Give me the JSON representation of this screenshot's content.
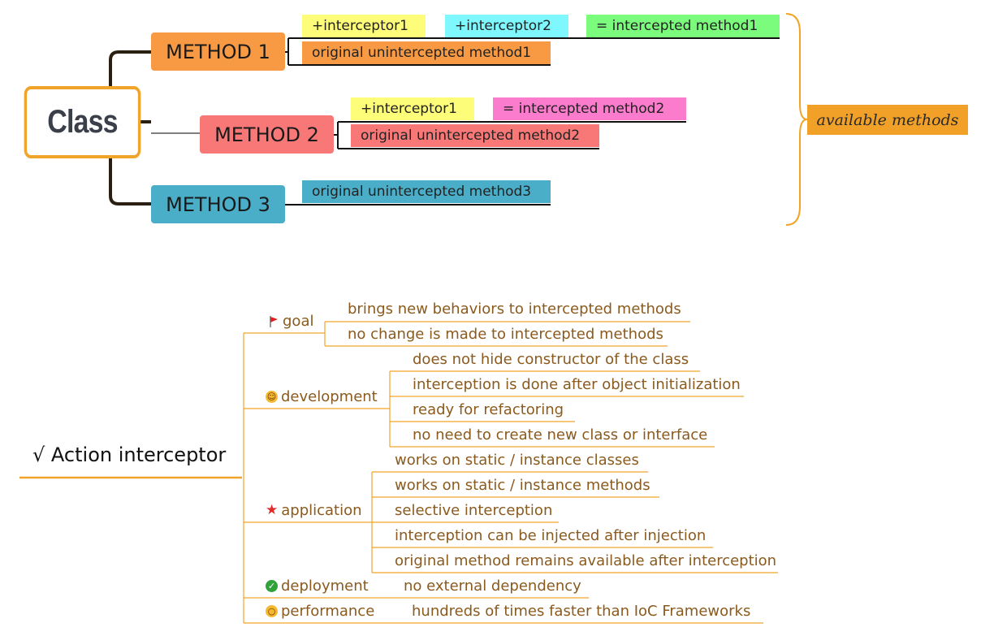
{
  "top_diagram": {
    "class_label": "Class",
    "methods": [
      {
        "label": "METHOD 1",
        "color": "#f79a43",
        "interceptors": [
          {
            "text": "+interceptor1",
            "color": "#fdfd7a"
          },
          {
            "text": "+interceptor2",
            "color": "#7ff8fd"
          },
          {
            "text": "= intercepted method1",
            "color": "#7cfc7c"
          }
        ],
        "original": {
          "text": "original unintercepted method1",
          "color": "#f79a43"
        }
      },
      {
        "label": "METHOD 2",
        "color": "#f87878",
        "interceptors": [
          {
            "text": "+interceptor1",
            "color": "#fdfd7a"
          },
          {
            "text": "= intercepted method2",
            "color": "#fb7ccc"
          }
        ],
        "original": {
          "text": "original unintercepted method2",
          "color": "#f87878"
        }
      },
      {
        "label": "METHOD 3",
        "color": "#4aaec8",
        "interceptors": [],
        "original": {
          "text": "original unintercepted method3",
          "color": "#4aaec8"
        }
      }
    ],
    "available_label": "available methods",
    "accent_color": "#f0a52a"
  },
  "bottom_diagram": {
    "root": "√ Action interceptor",
    "categories": [
      {
        "label": "goal",
        "icon": "flag-icon",
        "items": [
          "brings new behaviors to intercepted methods",
          "no change is made to intercepted methods"
        ]
      },
      {
        "label": "development",
        "icon": "smiley-icon",
        "items": [
          "does not hide constructor of the class",
          "interception is done after object initialization",
          "ready for refactoring",
          "no need to create new class or interface"
        ]
      },
      {
        "label": "application",
        "icon": "star-icon",
        "items": [
          "works on static / instance classes",
          "works on static / instance methods",
          "selective interception",
          "interception can be injected after injection",
          "original method remains available after interception"
        ]
      },
      {
        "label": "deployment",
        "icon": "check-icon",
        "items": [
          "no external dependency"
        ]
      },
      {
        "label": "performance",
        "icon": "surprised-icon",
        "items": [
          "hundreds of times faster than IoC Frameworks"
        ]
      }
    ],
    "line_color": "#f0a52a",
    "text_color": "#8a5a1e"
  }
}
